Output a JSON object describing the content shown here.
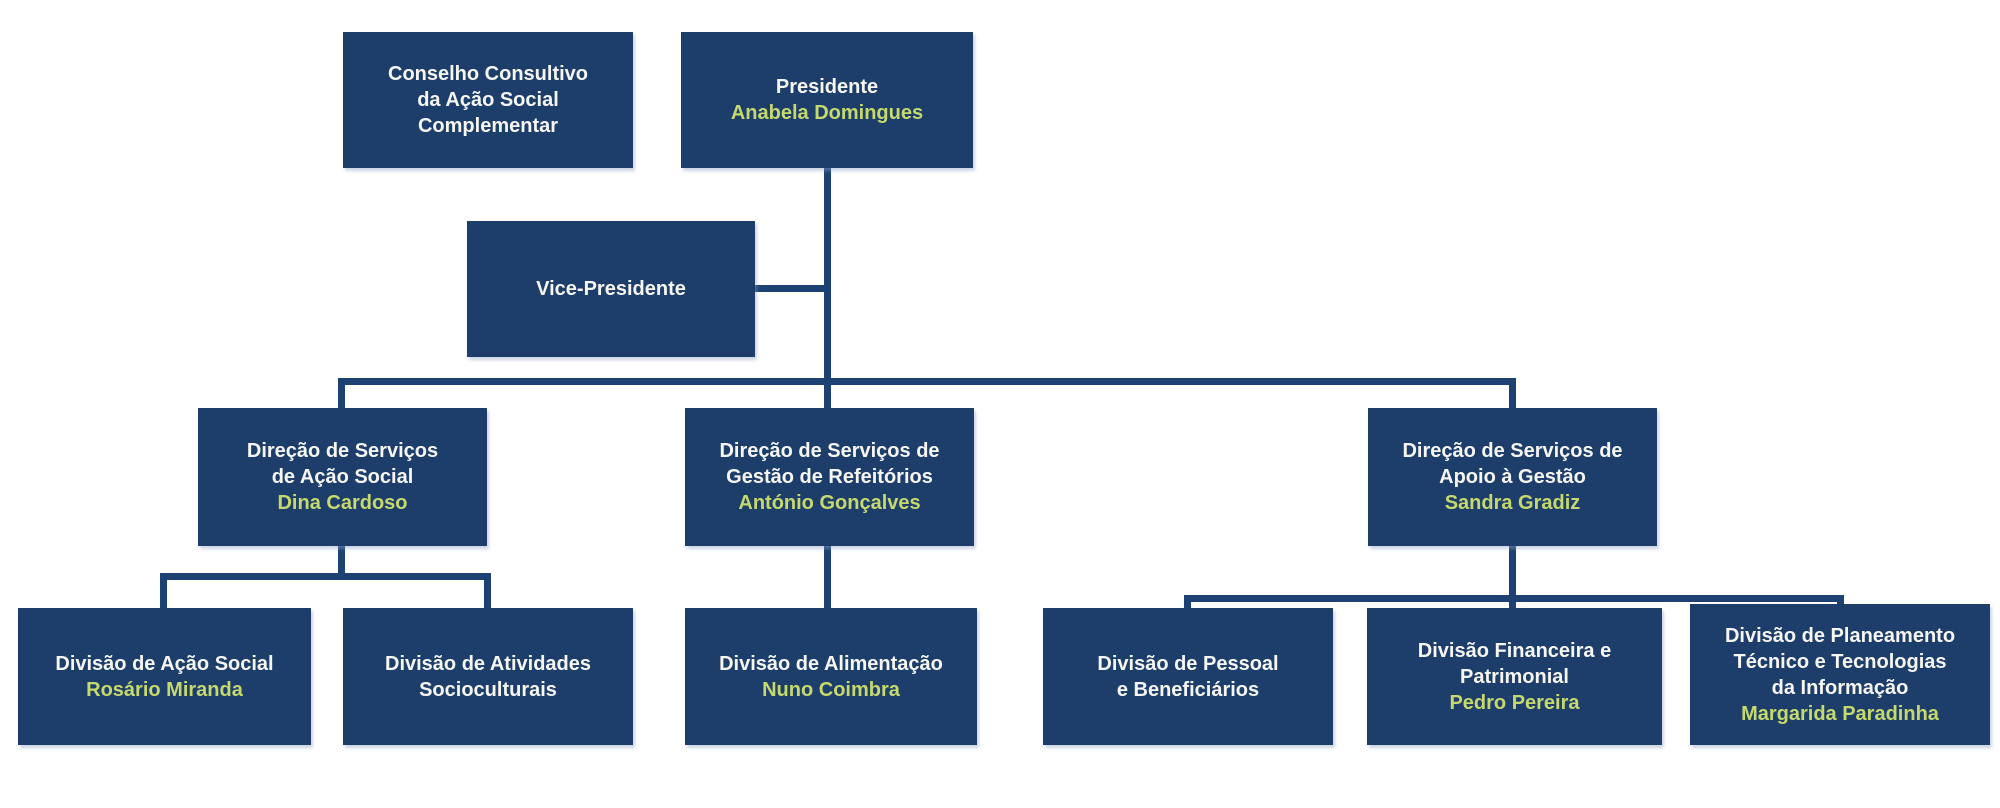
{
  "diagram_type": "org-chart",
  "colors": {
    "box": "#1d3d6b",
    "line": "#1e4173",
    "title_text": "#f6f6f2",
    "name_text": "#c5d96d",
    "background": "#ffffff"
  },
  "nodes": {
    "conselho": {
      "lines": [
        "Conselho Consultivo",
        "da Ação Social",
        "Complementar"
      ]
    },
    "presidente": {
      "lines": [
        "Presidente"
      ],
      "person": "Anabela Domingues"
    },
    "vice_presidente": {
      "lines": [
        "Vice-Presidente"
      ]
    },
    "ds_acao_social": {
      "lines": [
        "Direção de Serviços",
        "de Ação Social"
      ],
      "person": "Dina Cardoso"
    },
    "ds_gestao_refeitorios": {
      "lines": [
        "Direção de Serviços de",
        "Gestão de Refeitórios"
      ],
      "person": "António Gonçalves"
    },
    "ds_apoio_gestao": {
      "lines": [
        "Direção de Serviços de",
        "Apoio à Gestão"
      ],
      "person": "Sandra Gradiz"
    },
    "div_acao_social": {
      "lines": [
        "Divisão de Ação Social"
      ],
      "person": "Rosário Miranda"
    },
    "div_atividades": {
      "lines": [
        "Divisão de Atividades",
        "Socioculturais"
      ]
    },
    "div_alimentacao": {
      "lines": [
        "Divisão de Alimentação"
      ],
      "person": "Nuno Coimbra"
    },
    "div_pessoal": {
      "lines": [
        "Divisão de Pessoal",
        "e Beneficiários"
      ]
    },
    "div_financeira": {
      "lines": [
        "Divisão Financeira e",
        "Patrimonial"
      ],
      "person": "Pedro Pereira"
    },
    "div_planeamento": {
      "lines": [
        "Divisão de Planeamento",
        "Técnico e Tecnologias",
        "da Informação"
      ],
      "person": "Margarida Paradinha"
    }
  }
}
